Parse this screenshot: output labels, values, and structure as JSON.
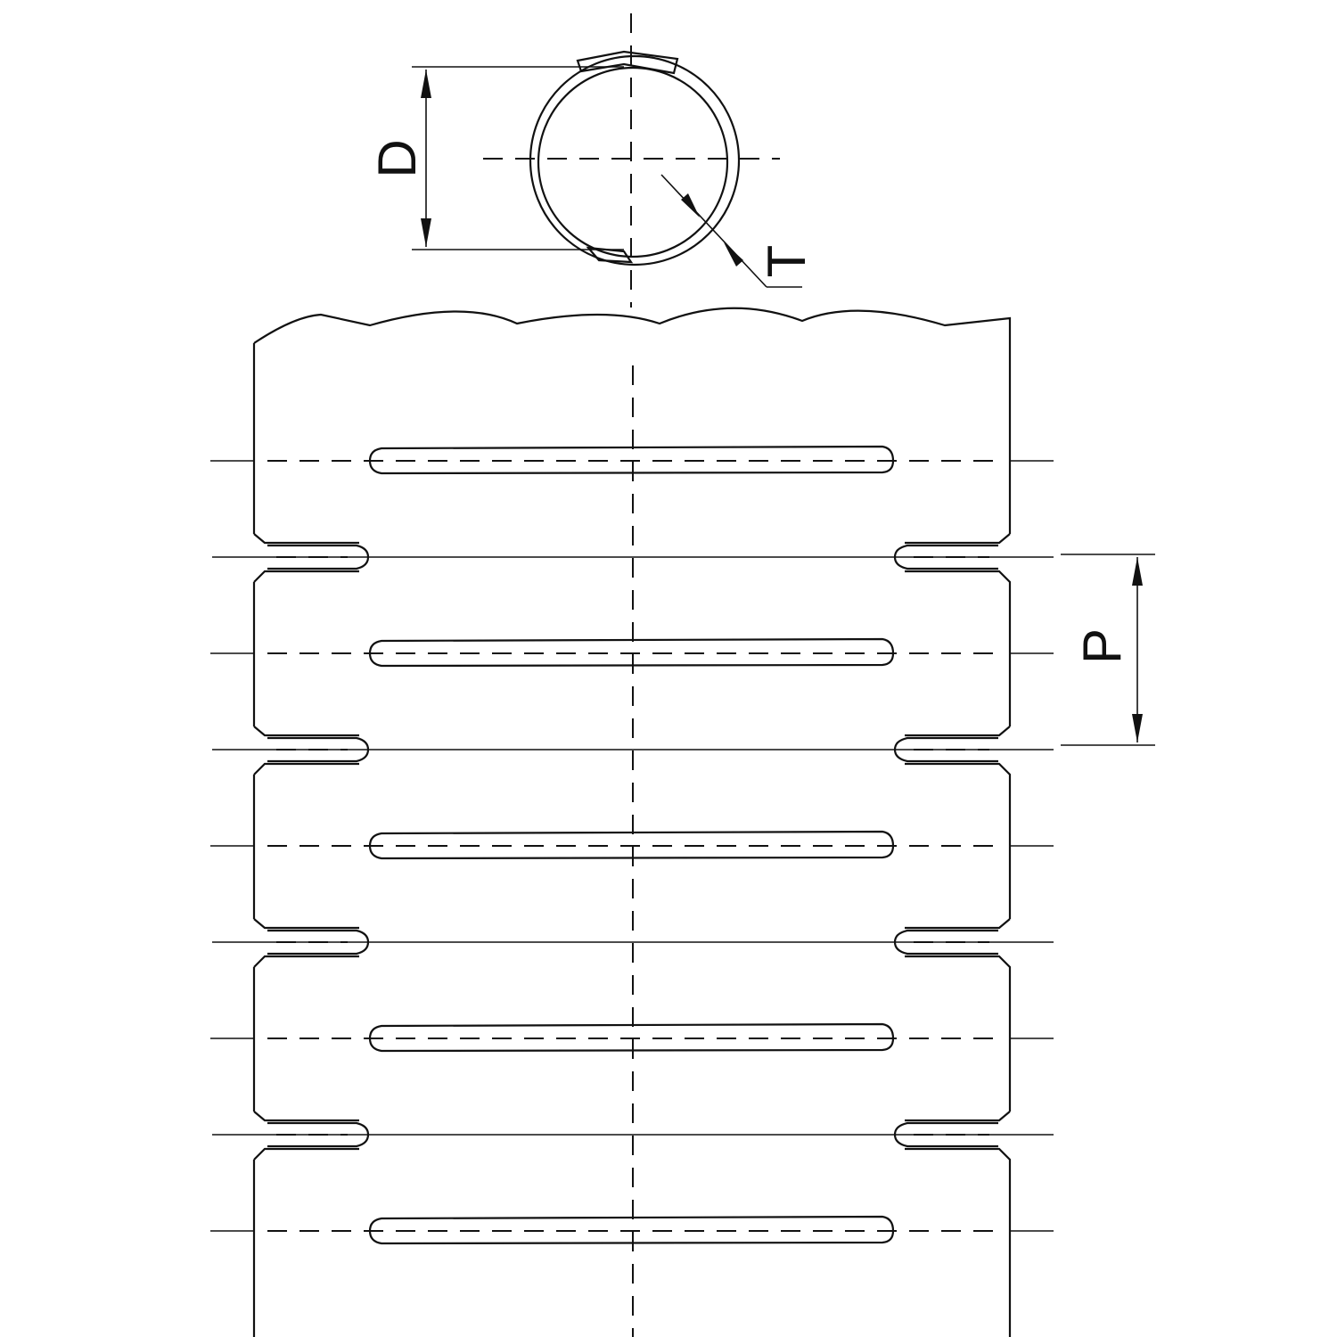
{
  "labels": {
    "diameter": "D",
    "thickness": "T",
    "pitch": "P"
  },
  "drawing": {
    "segments_shown": 5,
    "line_color": "#111111",
    "background": "#ffffff"
  }
}
